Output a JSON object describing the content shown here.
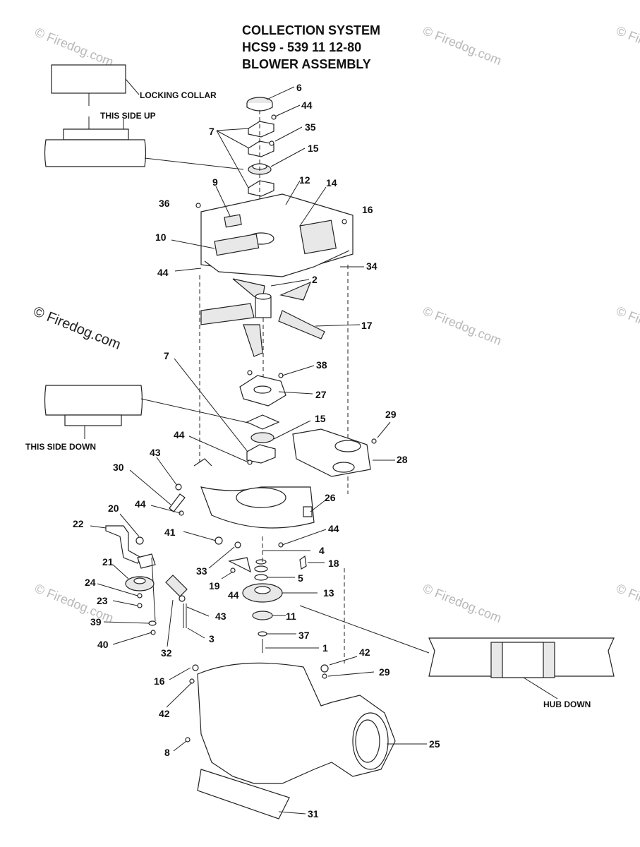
{
  "title": {
    "line1": "COLLECTION SYSTEM",
    "line2": "HCS9 - 539 11 12-80",
    "line3": "BLOWER ASSEMBLY"
  },
  "notes": {
    "locking_collar": "LOCKING COLLAR",
    "this_side_up": "THIS SIDE UP",
    "this_side_down": "THIS SIDE DOWN",
    "hub_down": "HUB DOWN"
  },
  "watermark": {
    "text": "© Firedog.com",
    "small": "© Firedog.com"
  },
  "callouts": [
    {
      "id": "c6",
      "text": "6"
    },
    {
      "id": "c44a",
      "text": "44"
    },
    {
      "id": "c7a",
      "text": "7"
    },
    {
      "id": "c35",
      "text": "35"
    },
    {
      "id": "c15a",
      "text": "15"
    },
    {
      "id": "c12",
      "text": "12"
    },
    {
      "id": "c9",
      "text": "9"
    },
    {
      "id": "c14",
      "text": "14"
    },
    {
      "id": "c36",
      "text": "36"
    },
    {
      "id": "c16a",
      "text": "16"
    },
    {
      "id": "c10",
      "text": "10"
    },
    {
      "id": "c44b",
      "text": "44"
    },
    {
      "id": "c34",
      "text": "34"
    },
    {
      "id": "c2",
      "text": "2"
    },
    {
      "id": "c17",
      "text": "17"
    },
    {
      "id": "c7b",
      "text": "7"
    },
    {
      "id": "c38",
      "text": "38"
    },
    {
      "id": "c27",
      "text": "27"
    },
    {
      "id": "c15b",
      "text": "15"
    },
    {
      "id": "c29a",
      "text": "29"
    },
    {
      "id": "c44c",
      "text": "44"
    },
    {
      "id": "c28",
      "text": "28"
    },
    {
      "id": "c43a",
      "text": "43"
    },
    {
      "id": "c30",
      "text": "30"
    },
    {
      "id": "c26",
      "text": "26"
    },
    {
      "id": "c20",
      "text": "20"
    },
    {
      "id": "c44d",
      "text": "44"
    },
    {
      "id": "c22",
      "text": "22"
    },
    {
      "id": "c41",
      "text": "41"
    },
    {
      "id": "c44e",
      "text": "44"
    },
    {
      "id": "c4",
      "text": "4"
    },
    {
      "id": "c21",
      "text": "21"
    },
    {
      "id": "c33",
      "text": "33"
    },
    {
      "id": "c18",
      "text": "18"
    },
    {
      "id": "c24",
      "text": "24"
    },
    {
      "id": "c19",
      "text": "19"
    },
    {
      "id": "c44f",
      "text": "44"
    },
    {
      "id": "c5",
      "text": "5"
    },
    {
      "id": "c13",
      "text": "13"
    },
    {
      "id": "c23",
      "text": "23"
    },
    {
      "id": "c43b",
      "text": "43"
    },
    {
      "id": "c11",
      "text": "11"
    },
    {
      "id": "c39",
      "text": "39"
    },
    {
      "id": "c3",
      "text": "3"
    },
    {
      "id": "c37",
      "text": "37"
    },
    {
      "id": "c40",
      "text": "40"
    },
    {
      "id": "c32",
      "text": "32"
    },
    {
      "id": "c1",
      "text": "1"
    },
    {
      "id": "c42a",
      "text": "42"
    },
    {
      "id": "c29b",
      "text": "29"
    },
    {
      "id": "c16b",
      "text": "16"
    },
    {
      "id": "c42b",
      "text": "42"
    },
    {
      "id": "c25",
      "text": "25"
    },
    {
      "id": "c8",
      "text": "8"
    },
    {
      "id": "c31",
      "text": "31"
    }
  ]
}
